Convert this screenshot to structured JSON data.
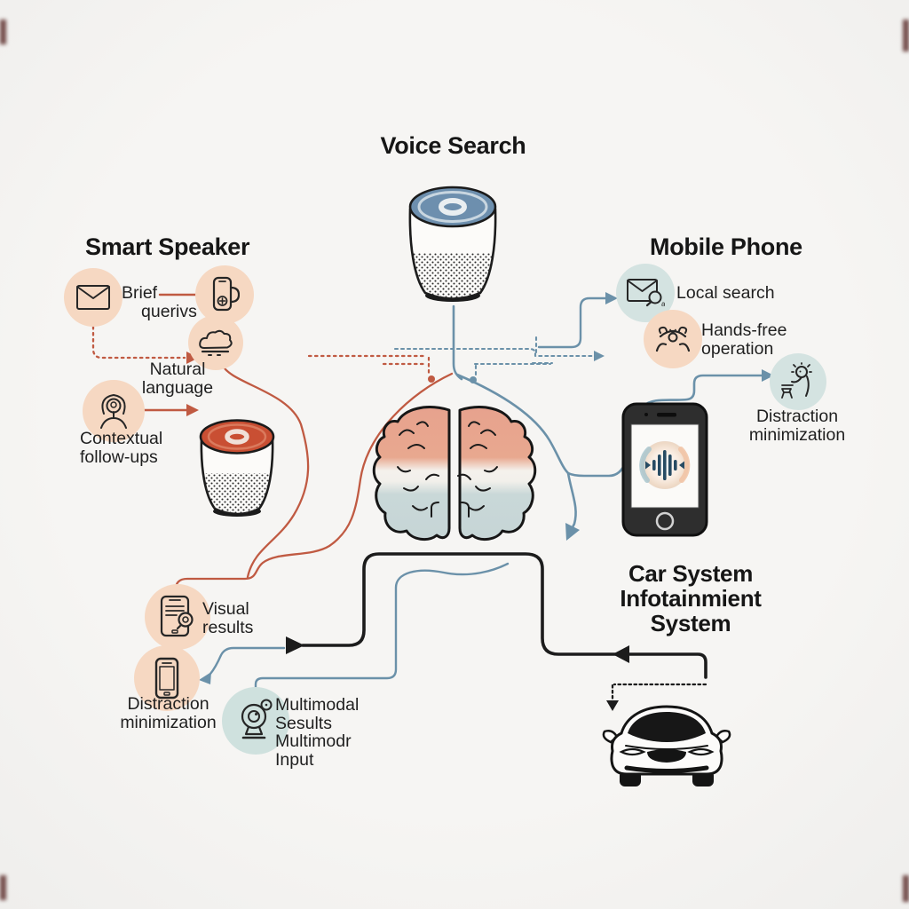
{
  "titles": {
    "voice_search": "Voice Search",
    "smart_speaker": "Smart Speaker",
    "mobile_phone": "Mobile Phone"
  },
  "car_title": {
    "lines": [
      "Car System",
      "Infotainmient",
      "System"
    ]
  },
  "labels": {
    "brief": {
      "lines": [
        "Brief",
        "querivs"
      ]
    },
    "natural": {
      "lines": [
        "Natural",
        "language"
      ]
    },
    "contextual": {
      "lines": [
        "Contextual",
        "follow-ups"
      ]
    },
    "local_search": {
      "lines": [
        "Local search"
      ]
    },
    "hands_free": {
      "lines": [
        "Hands-free",
        "operation"
      ]
    },
    "distraction_right": {
      "lines": [
        "Distraction",
        "minimization"
      ]
    },
    "visual_results": {
      "lines": [
        "Visual",
        "results"
      ]
    },
    "distraction_left": {
      "lines": [
        "Distraction",
        "minimization"
      ]
    },
    "multimodal": {
      "lines": [
        "Multimodal",
        "Sesults",
        "Multimodr",
        "Input"
      ]
    }
  },
  "icons": {
    "left_column": [
      "envelope-icon",
      "phone-mug-icon",
      "cloud-icon",
      "person-icon"
    ],
    "right_column": [
      "envelope-search-icon",
      "steering-hands-icon",
      "sun-person-icon"
    ],
    "bottom_left": [
      "tablet-search-icon",
      "smartphone-icon",
      "webcam-icon"
    ],
    "illustrations": [
      "smart-speaker-blue",
      "smart-speaker-orange",
      "brain",
      "mobile-phone",
      "car-front"
    ]
  },
  "colors": {
    "background": "#f5f4f2",
    "orange_line": "#c05a42",
    "blue_line": "#6b91a9",
    "black_line": "#1c1c1c",
    "peach_circle": "#f6d8c2",
    "blue_circle": "#d4e3e1",
    "teal_circle": "#cfe1de",
    "speaker_top_blue": "#6d8fae",
    "speaker_top_orange": "#c94f33",
    "brain_top": "#e7a28e",
    "brain_bottom": "#c9d8d8"
  }
}
